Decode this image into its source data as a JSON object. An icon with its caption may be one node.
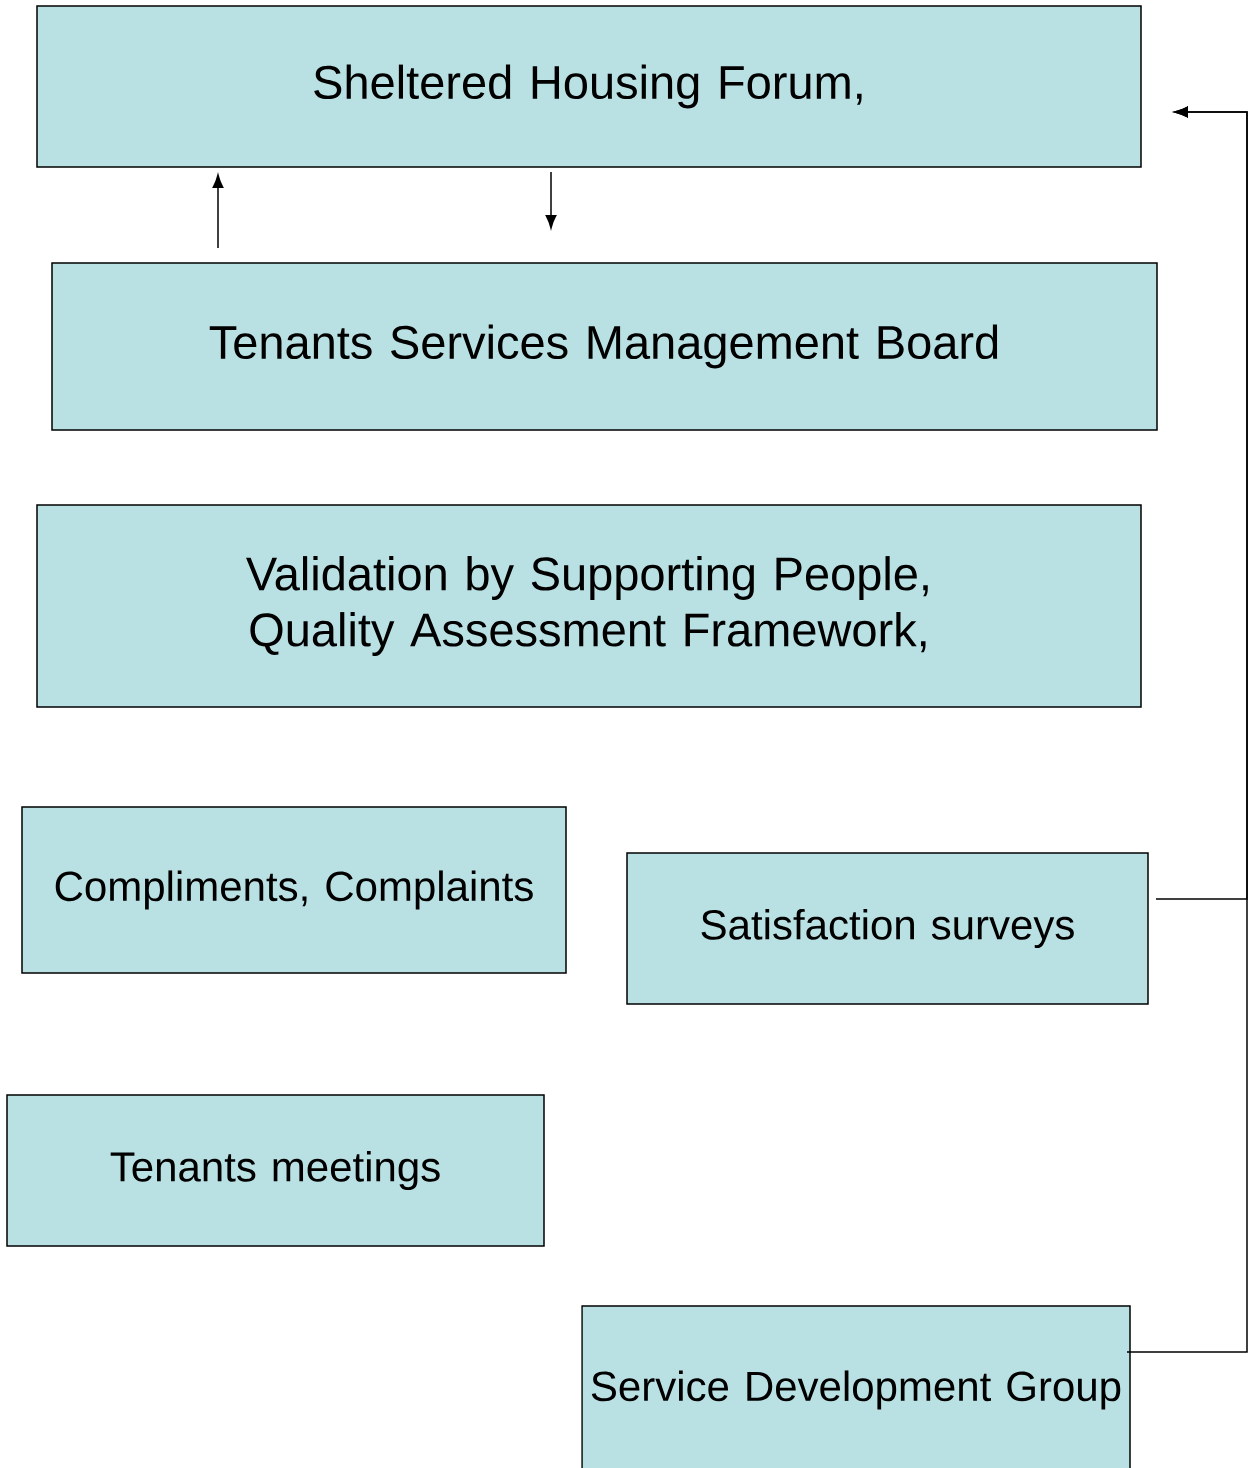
{
  "diagram": {
    "nodes": [
      {
        "text": [
          "Sheltered Housing Forum,"
        ]
      },
      {
        "text": [
          "Tenants Services Management Board"
        ]
      },
      {
        "text": [
          "Validation by Supporting People, Quality Assessment Framework,"
        ]
      },
      {
        "text": [
          "Compliments, Complaints"
        ]
      },
      {
        "text": [
          "Satisfaction surveys"
        ]
      },
      {
        "text": [
          "Tenants meetings"
        ]
      },
      {
        "text": [
          "Service Development Group"
        ]
      }
    ],
    "edges": [
      {
        "from": 1,
        "to": 0,
        "arrow": "to"
      },
      {
        "from": 0,
        "to": 1,
        "arrow": "to"
      },
      {
        "from": 4,
        "to": 0,
        "arrow": "to"
      },
      {
        "from": 6,
        "to": 0,
        "arrow": "to"
      }
    ]
  }
}
